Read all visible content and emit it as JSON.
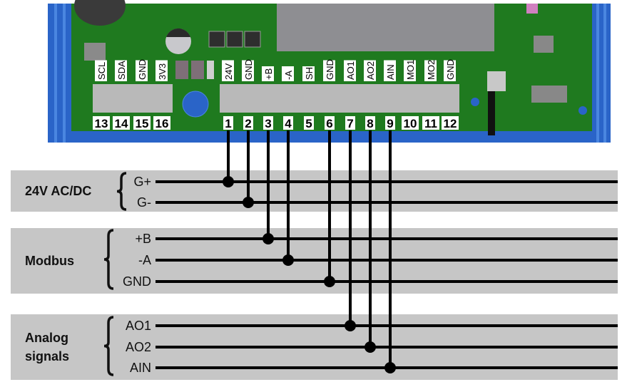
{
  "colors": {
    "pcb_green": "#1f7a1f",
    "pcb_green_dark": "#186418",
    "housing_blue": "#2a64c8",
    "housing_blue_light": "#4a86e0",
    "terminal_grey": "#b9b9b9",
    "heatsink_grey": "#8e8e92",
    "band_grey": "#c6c6c6",
    "wire": "#000000",
    "label_bg": "#ffffff"
  },
  "terminals": {
    "left_block": [
      {
        "number": "13",
        "label": "SCL"
      },
      {
        "number": "14",
        "label": "SDA"
      },
      {
        "number": "15",
        "label": "GND"
      },
      {
        "number": "16",
        "label": "3V3"
      }
    ],
    "right_block": [
      {
        "number": "1",
        "label": "24V"
      },
      {
        "number": "2",
        "label": "GND"
      },
      {
        "number": "3",
        "label": "+B"
      },
      {
        "number": "4",
        "label": "-A"
      },
      {
        "number": "5",
        "label": "SH"
      },
      {
        "number": "6",
        "label": "GND"
      },
      {
        "number": "7",
        "label": "AO1"
      },
      {
        "number": "8",
        "label": "AO2"
      },
      {
        "number": "9",
        "label": "AIN"
      },
      {
        "number": "10",
        "label": "MO1"
      },
      {
        "number": "11",
        "label": "MO2"
      },
      {
        "number": "12",
        "label": "GND"
      }
    ]
  },
  "groups": [
    {
      "label_lines": [
        "24V AC/DC"
      ],
      "signals": [
        {
          "name": "G+",
          "terminal": "1"
        },
        {
          "name": "G-",
          "terminal": "2"
        }
      ]
    },
    {
      "label_lines": [
        "Modbus"
      ],
      "signals": [
        {
          "name": "+B",
          "terminal": "3"
        },
        {
          "name": "-A",
          "terminal": "4"
        },
        {
          "name": "GND",
          "terminal": "6"
        }
      ]
    },
    {
      "label_lines": [
        "Analog",
        "signals"
      ],
      "signals": [
        {
          "name": "AO1",
          "terminal": "7"
        },
        {
          "name": "AO2",
          "terminal": "8"
        },
        {
          "name": "AIN",
          "terminal": "9"
        }
      ]
    }
  ]
}
